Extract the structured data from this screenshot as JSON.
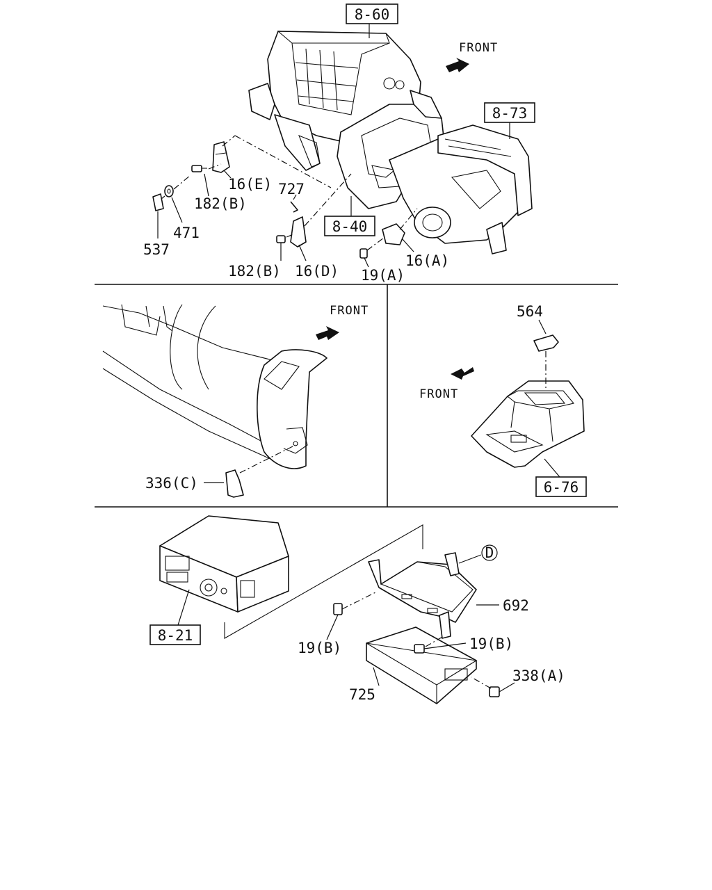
{
  "front_label": "FRONT",
  "refs": {
    "r860": "8-60",
    "r873": "8-73",
    "r840": "8-40",
    "r676": "6-76",
    "r821": "8-21"
  },
  "callouts": {
    "c16e": "16(E)",
    "c182b_1": "182(B)",
    "c471": "471",
    "c537": "537",
    "c727": "727",
    "c182b_2": "182(B)",
    "c16d": "16(D)",
    "c19a": "19(A)",
    "c16a": "16(A)",
    "c564": "564",
    "c336c": "336(C)",
    "c692": "692",
    "c19b_1": "19(B)",
    "c19b_2": "19(B)",
    "c725": "725",
    "c338a": "338(A)",
    "cD": "D"
  }
}
